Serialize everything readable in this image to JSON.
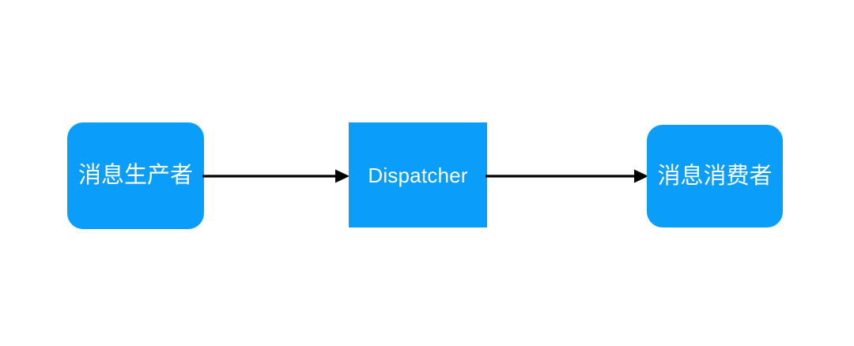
{
  "diagram": {
    "background_color": "#ffffff",
    "node_color": "#0a9dfa",
    "connector_color": "#000000",
    "label_color": "#ffffff",
    "nodes": [
      {
        "id": "producer",
        "label": "消息生产者",
        "shape": "rounded-rectangle"
      },
      {
        "id": "dispatcher",
        "label": "Dispatcher",
        "shape": "rectangle"
      },
      {
        "id": "consumer",
        "label": "消息消费者",
        "shape": "rounded-rectangle"
      }
    ],
    "connectors": [
      {
        "id": "producer-to-dispatcher",
        "from": "producer",
        "to": "dispatcher",
        "style": "solid-arrow",
        "direction": "right",
        "label": ""
      },
      {
        "id": "dispatcher-to-consumer",
        "from": "dispatcher",
        "to": "consumer",
        "style": "solid-arrow",
        "direction": "right",
        "label": ""
      }
    ]
  }
}
